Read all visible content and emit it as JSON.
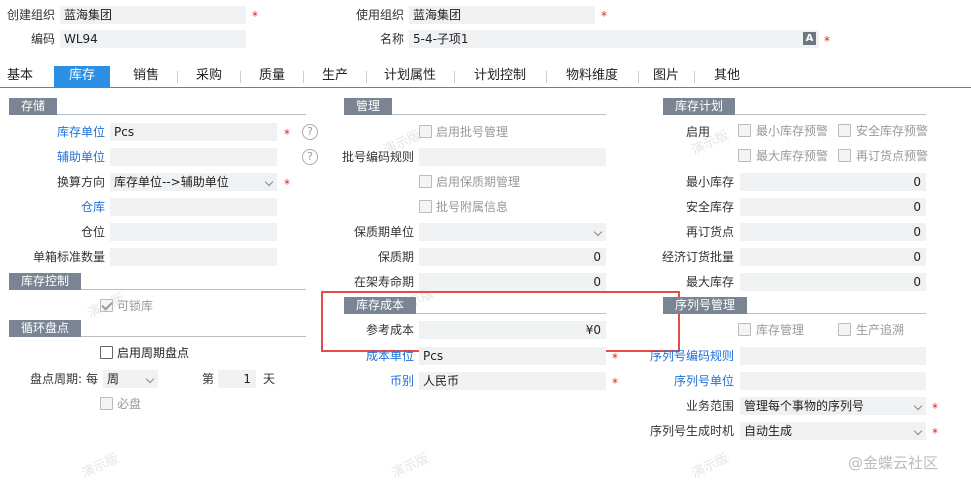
{
  "header": {
    "create_org_label": "创建组织",
    "create_org_value": "蓝海集团",
    "use_org_label": "使用组织",
    "use_org_value": "蓝海集团",
    "code_label": "编码",
    "code_value": "WL94",
    "name_label": "名称",
    "name_value": "5-4-子项1",
    "lang_icon": "A"
  },
  "tabs": [
    "基本",
    "库存",
    "销售",
    "采购",
    "质量",
    "生产",
    "计划属性",
    "计划控制",
    "物料维度",
    "图片",
    "其他"
  ],
  "active_tab": "库存",
  "storage": {
    "title": "存储",
    "stock_unit_label": "库存单位",
    "stock_unit_value": "Pcs",
    "aux_unit_label": "辅助单位",
    "aux_unit_value": "",
    "convert_label": "换算方向",
    "convert_value": "库存单位-->辅助单位",
    "warehouse_label": "仓库",
    "warehouse_value": "",
    "location_label": "仓位",
    "location_value": "",
    "box_qty_label": "单箱标准数量",
    "box_qty_value": ""
  },
  "stock_control": {
    "title": "库存控制",
    "lockable_label": "可锁库",
    "lockable_checked": true
  },
  "cycle_count": {
    "title": "循环盘点",
    "enable_label": "启用周期盘点",
    "period_label": "盘点周期:",
    "every": "每",
    "period_value": "周",
    "ordinal_prefix": "第",
    "ordinal_value": "1",
    "ordinal_suffix": "天",
    "required_label": "必盘"
  },
  "manage": {
    "title": "管理",
    "batch_label": "启用批号管理",
    "batch_rule_label": "批号编码规则",
    "batch_rule_value": "",
    "shelf_label": "启用保质期管理",
    "batch_attach_label": "批号附属信息",
    "shelf_unit_label": "保质期单位",
    "shelf_unit_value": "",
    "shelf_period_label": "保质期",
    "shelf_period_value": "0",
    "shelf_life_label": "在架寿命期",
    "shelf_life_value": "0"
  },
  "stock_cost": {
    "title": "库存成本",
    "ref_cost_label": "参考成本",
    "ref_cost_value": "¥0",
    "cost_unit_label": "成本单位",
    "cost_unit_value": "Pcs",
    "currency_label": "币别",
    "currency_value": "人民币"
  },
  "stock_plan": {
    "title": "库存计划",
    "enable_label": "启用",
    "min_warn": "最小库存预警",
    "safe_warn": "安全库存预警",
    "max_warn": "最大库存预警",
    "reorder_warn": "再订货点预警",
    "min_stock_label": "最小库存",
    "min_stock_value": "0",
    "safe_stock_label": "安全库存",
    "safe_stock_value": "0",
    "reorder_label": "再订货点",
    "reorder_value": "0",
    "eoq_label": "经济订货批量",
    "eoq_value": "0",
    "max_stock_label": "最大库存",
    "max_stock_value": "0"
  },
  "serial": {
    "title": "序列号管理",
    "stock_mgmt_label": "库存管理",
    "prod_trace_label": "生产追溯",
    "rule_label": "序列号编码规则",
    "rule_value": "",
    "unit_label": "序列号单位",
    "unit_value": "",
    "scope_label": "业务范围",
    "scope_value": "管理每个事物的序列号",
    "timing_label": "序列号生成时机",
    "timing_value": "自动生成"
  },
  "watermark": "演示版",
  "brand": "@金蝶云社区",
  "colors": {
    "active_tab": "#2b8fe3",
    "section": "#7b8493",
    "link": "#1e6fd9",
    "required": "#e02020",
    "highlight_box": "#e54b4b"
  }
}
